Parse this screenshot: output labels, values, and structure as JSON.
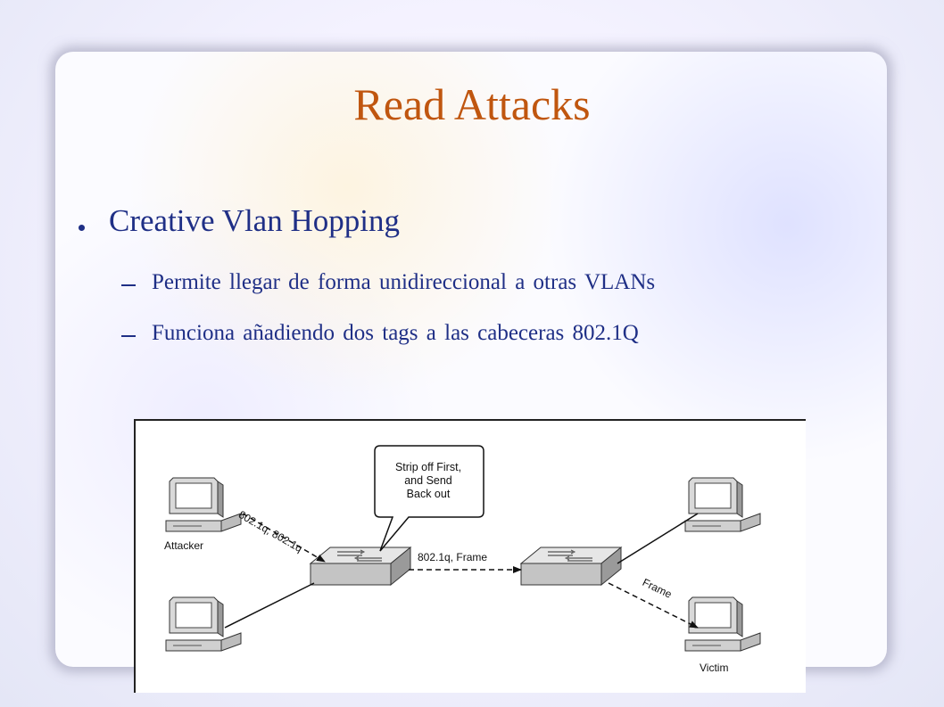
{
  "slide": {
    "title": "Read Attacks",
    "bullets": [
      {
        "text": "Creative Vlan Hopping",
        "sub": [
          "Permite llegar de forma unidireccional a otras VLANs",
          "Funciona añadiendo dos tags a las cabeceras 802.1Q"
        ]
      }
    ]
  },
  "diagram": {
    "callout_lines": [
      "Strip off First,",
      "and Send",
      "Back out"
    ],
    "label_attacker": "Attacker",
    "label_victim": "Victim",
    "label_double_tag": "802.1q, 802.1q",
    "label_single_tag": "802.1q, Frame",
    "label_frame": "Frame"
  },
  "colors": {
    "title": "#c0560f",
    "body_text": "#1f2f86"
  }
}
